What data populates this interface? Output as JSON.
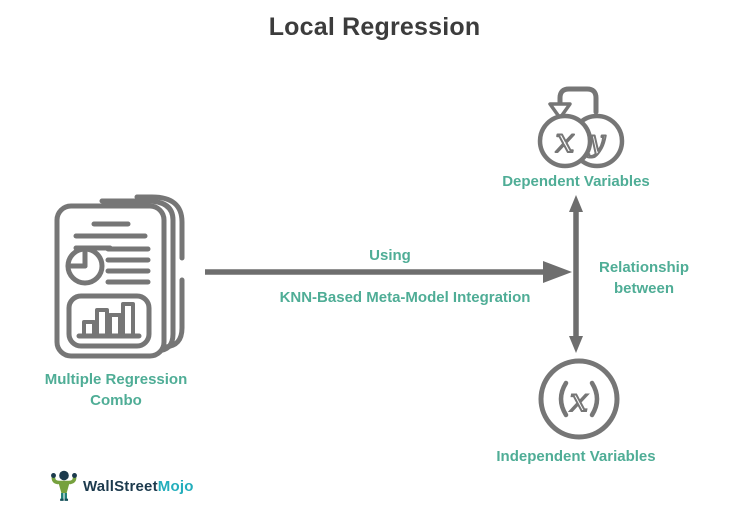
{
  "title": "Local Regression",
  "colors": {
    "teal_label": "#4FAD96",
    "arrow_gray": "#6E6E6E",
    "icon_gray": "#767676",
    "title_text": "#3C3C3C",
    "logo_navy": "#1C3A4D",
    "logo_teal": "#23AEBC",
    "background": "#FFFFFF"
  },
  "nodes": {
    "multiple_regression": {
      "label_line1": "Multiple Regression",
      "label_line2": "Combo",
      "icon": "report-documents-stack-icon"
    },
    "dependent": {
      "label": "Dependent Variables",
      "icon": "xy-circles-loop-arrow-icon",
      "glyph_x": "x",
      "glyph_y": "y"
    },
    "independent": {
      "label": "Independent Variables",
      "icon": "parenthesized-x-circle-icon",
      "glyph_x": "x"
    }
  },
  "connectors": {
    "horizontal_arrow": {
      "label_above": "Using",
      "label_below": "KNN-Based Meta-Model Integration"
    },
    "vertical_arrow": {
      "label_line1": "Relationship",
      "label_line2": "between"
    }
  },
  "logo": {
    "brand_part1": "WallStreet",
    "brand_part2": "Mojo",
    "icon": "wallstreetmojo-mascot-icon"
  }
}
